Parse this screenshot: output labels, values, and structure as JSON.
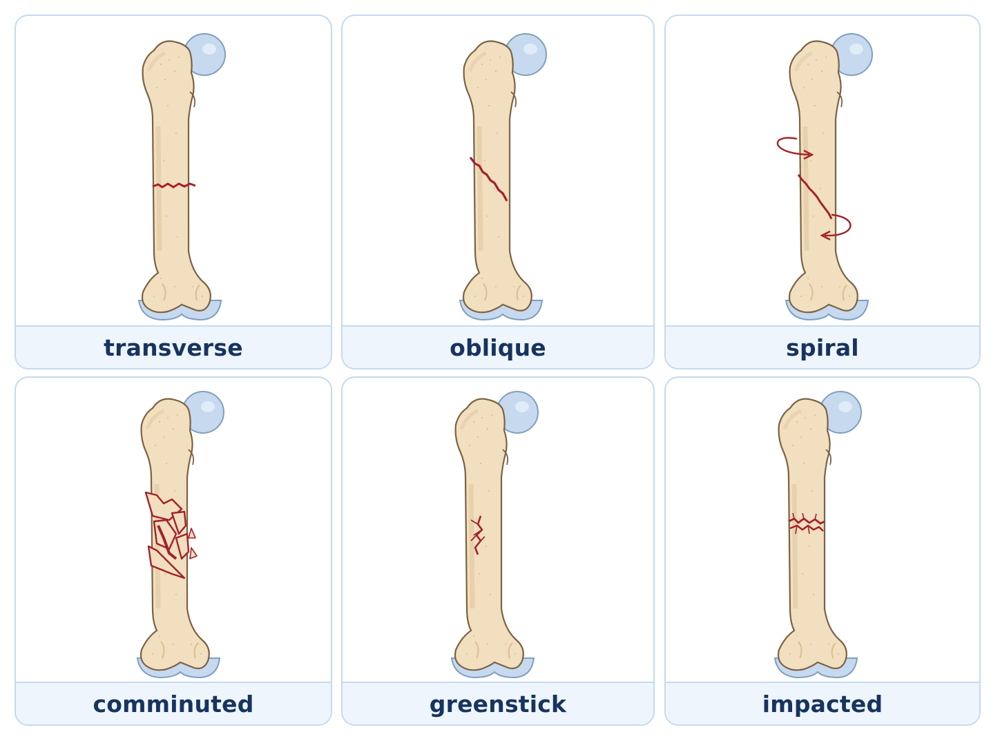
{
  "panels": [
    {
      "id": "transverse",
      "label": "transverse"
    },
    {
      "id": "oblique",
      "label": "oblique"
    },
    {
      "id": "spiral",
      "label": "spiral"
    },
    {
      "id": "comminuted",
      "label": "comminuted"
    },
    {
      "id": "greenstick",
      "label": "greenstick"
    },
    {
      "id": "impacted",
      "label": "impacted"
    }
  ],
  "colors": {
    "bone_fill": "#f2dfbf",
    "bone_outline": "#7a6244",
    "cartilage": "#c6d9ef",
    "fracture": "#a3202b",
    "card_border": "#c4daef",
    "label_background": "#eef5fc",
    "label_text": "#17345f"
  }
}
